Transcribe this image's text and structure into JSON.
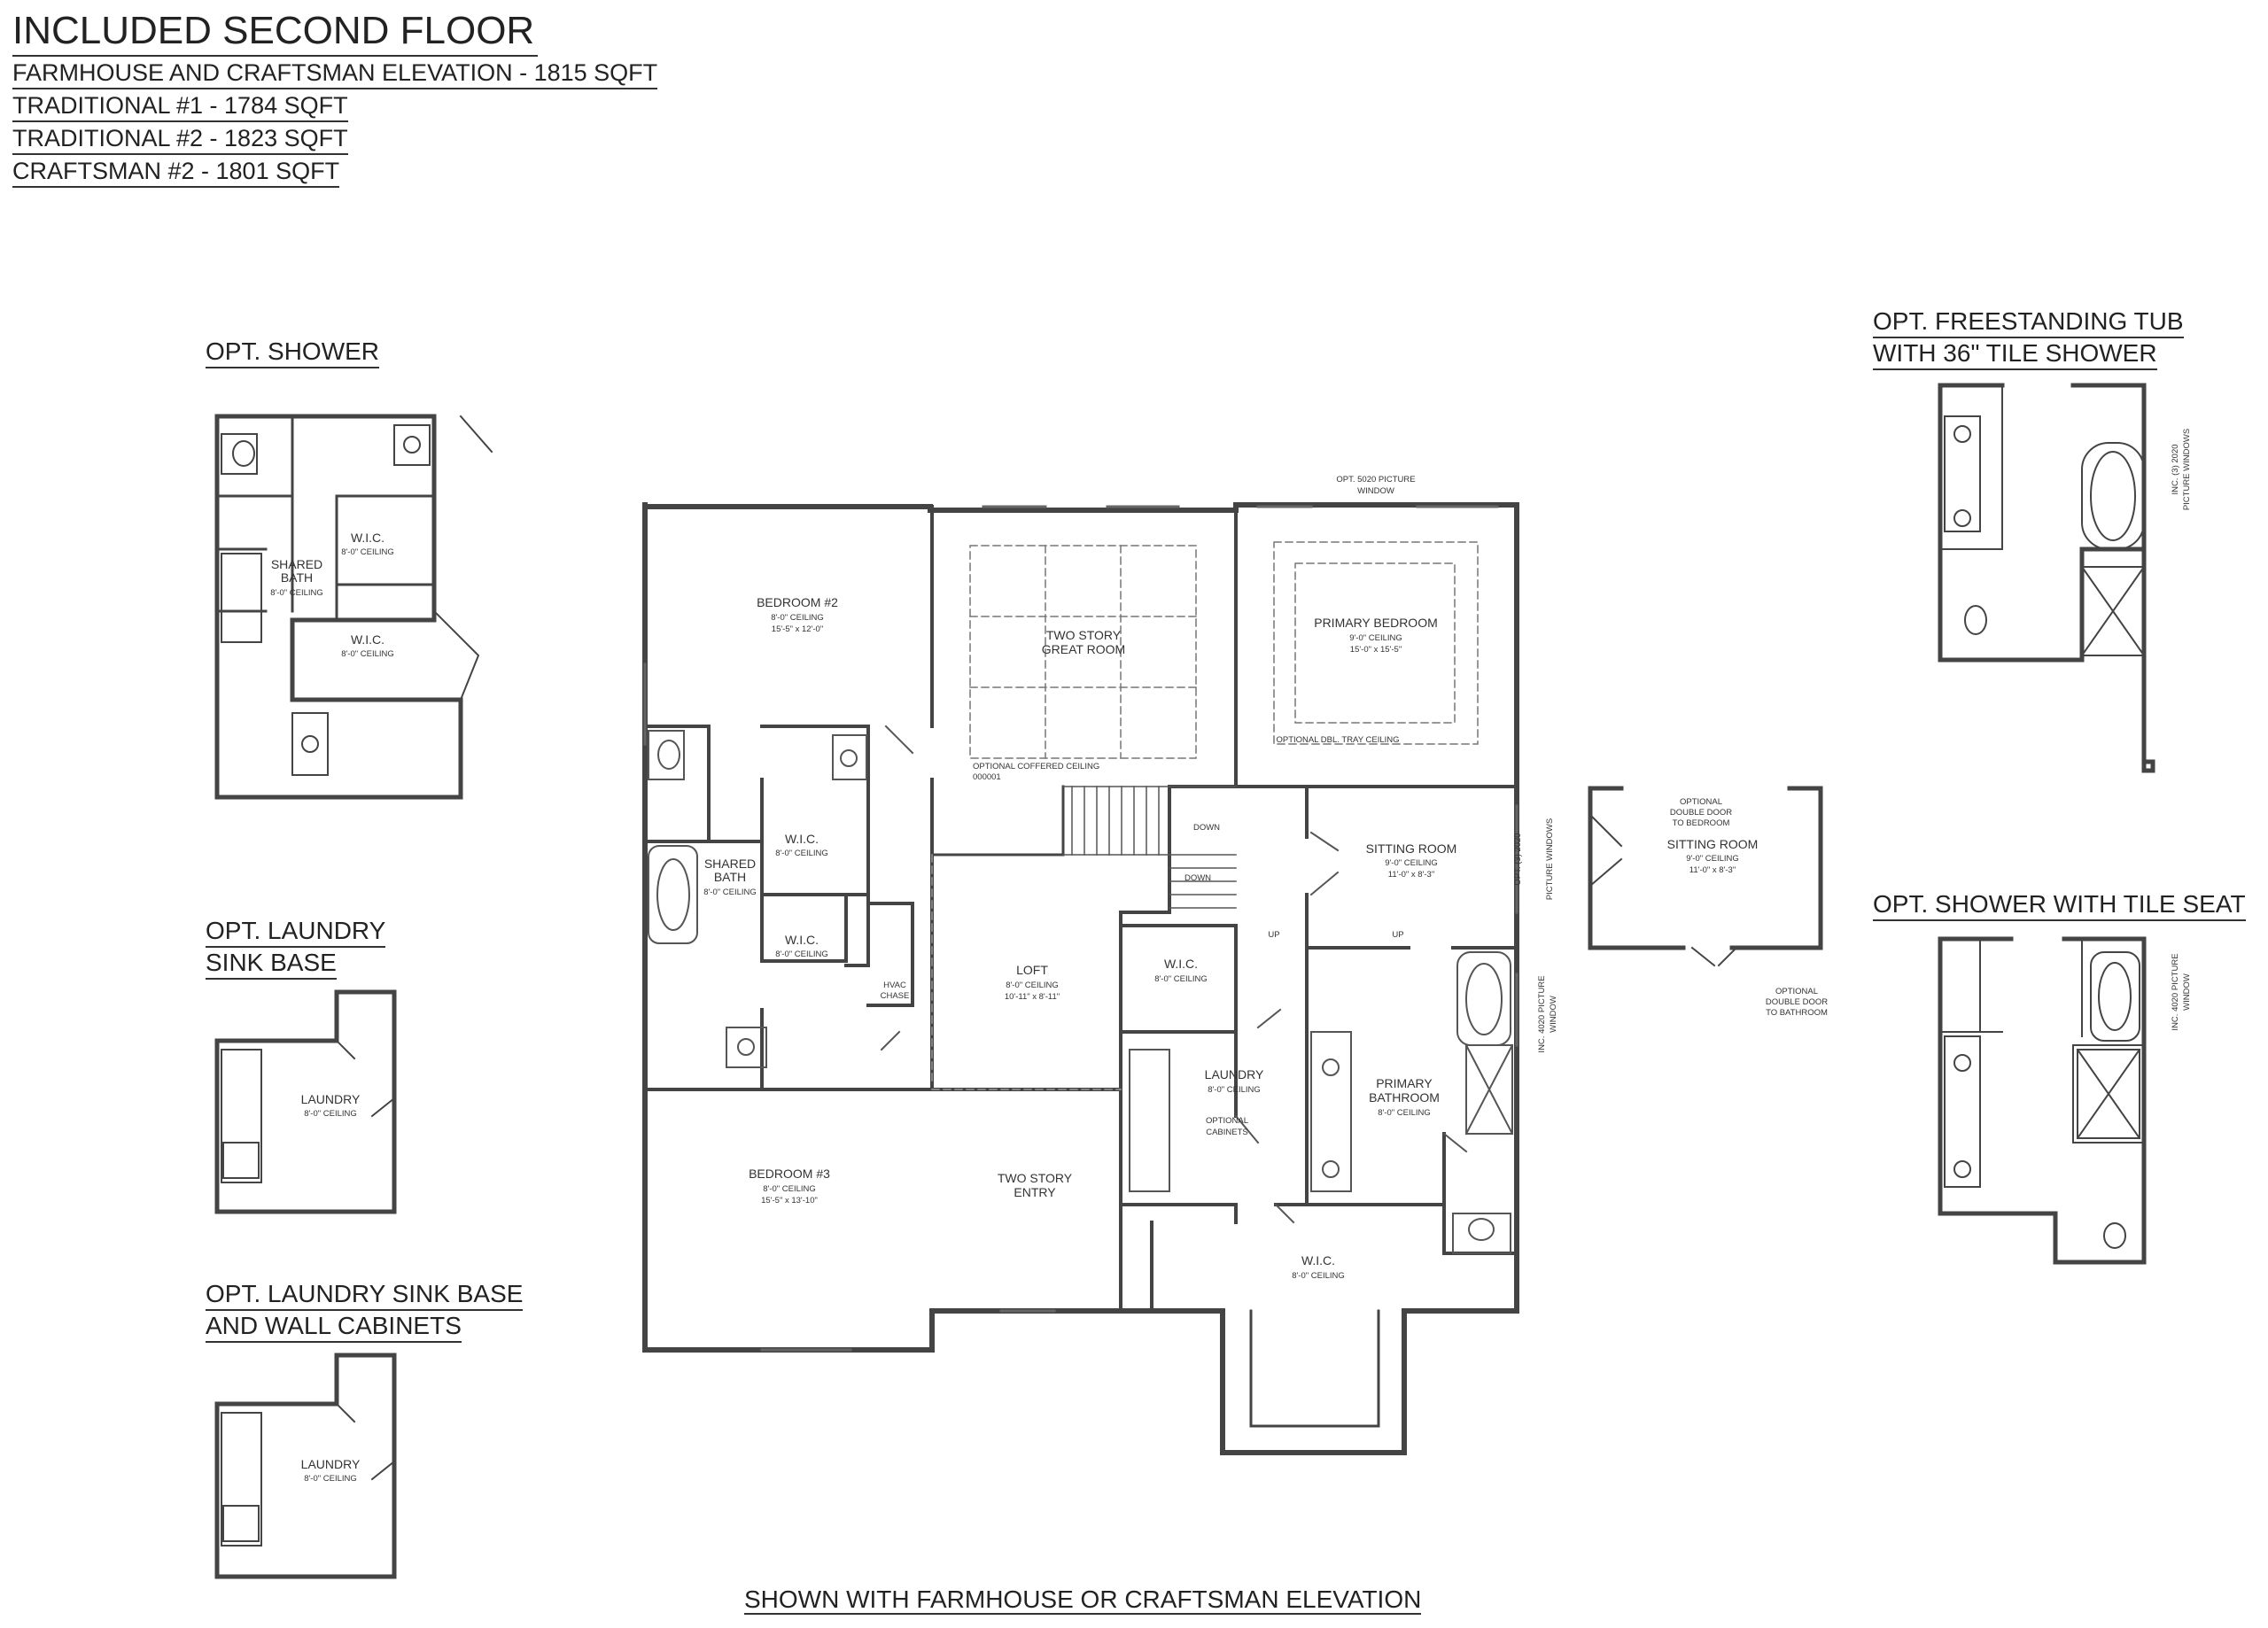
{
  "header": {
    "title": "INCLUDED SECOND FLOOR",
    "lines": [
      "FARMHOUSE AND CRAFTSMAN ELEVATION - 1815 SQFT",
      "TRADITIONAL #1 - 1784 SQFT",
      "TRADITIONAL #2 - 1823 SQFT",
      "CRAFTSMAN #2 - 1801 SQFT"
    ]
  },
  "options": {
    "opt_shower": "OPT. SHOWER",
    "opt_laundry_sink_1": "OPT. LAUNDRY",
    "opt_laundry_sink_2": "SINK BASE",
    "opt_laundry_wall_1": "OPT. LAUNDRY SINK BASE",
    "opt_laundry_wall_2": "AND WALL CABINETS",
    "opt_tub_1": "OPT. FREESTANDING TUB",
    "opt_tub_2": "WITH 36\" TILE SHOWER",
    "opt_tile_seat": "OPT. SHOWER WITH TILE SEAT"
  },
  "rooms": {
    "bedroom2": {
      "name": "BEDROOM #2",
      "ceiling": "8'-0\" CEILING",
      "size": "15'-5\" x 12'-0\""
    },
    "great_room": {
      "name1": "TWO STORY",
      "name2": "GREAT ROOM"
    },
    "primary_bedroom": {
      "name": "PRIMARY BEDROOM",
      "ceiling": "9'-0\" CEILING",
      "size": "15'-0\" x 15'-5\""
    },
    "shared_bath": {
      "name1": "SHARED",
      "name2": "BATH",
      "ceiling": "8'-0\" CEILING"
    },
    "wic": {
      "name": "W.I.C.",
      "ceiling": "8'-0\" CEILING"
    },
    "sitting_room": {
      "name": "SITTING ROOM",
      "ceiling": "9'-0\" CEILING",
      "size": "11'-0\" x 8'-3\""
    },
    "loft": {
      "name": "LOFT",
      "ceiling": "8'-0\" CEILING",
      "size": "10'-11\" x 8'-11\""
    },
    "hvac": {
      "name1": "HVAC",
      "name2": "CHASE"
    },
    "laundry": {
      "name": "LAUNDRY",
      "ceiling": "8'-0\" CEILING"
    },
    "optional_cabinets": {
      "l1": "OPTIONAL",
      "l2": "CABINETS"
    },
    "primary_bathroom": {
      "name1": "PRIMARY",
      "name2": "BATHROOM",
      "ceiling": "8'-0\" CEILING"
    },
    "bedroom3": {
      "name": "BEDROOM #3",
      "ceiling": "8'-0\" CEILING",
      "size": "15'-5\" x 13'-10\""
    },
    "entry": {
      "name1": "TWO STORY",
      "name2": "ENTRY"
    },
    "primary_wic": {
      "name": "W.I.C.",
      "ceiling": "8'-0\" CEILING"
    }
  },
  "notes": {
    "coffered": "OPTIONAL COFFERED CEILING",
    "coffered_code": "000001",
    "tray": "OPTIONAL DBL. TRAY CEILING",
    "pic5020_1": "OPT. 5020 PICTURE",
    "pic5020_2": "WINDOW",
    "down": "DOWN",
    "opt2020_1": "OPT. (3) 2020",
    "opt2020_2": "PICTURE WINDOWS",
    "inc4020_1": "INC. 4020 PICTURE",
    "inc4020_2": "WINDOW",
    "dbl_bed_1": "OPTIONAL",
    "dbl_bed_2": "DOUBLE DOOR",
    "dbl_bed_3": "TO BEDROOM",
    "dbl_bath_1": "OPTIONAL",
    "dbl_bath_2": "DOUBLE DOOR",
    "dbl_bath_3": "TO BATHROOM",
    "inc2020_1": "INC. (3) 2020",
    "inc2020_2": "PICTURE WINDOWS",
    "up": "UP"
  },
  "footer": "SHOWN WITH FARMHOUSE OR CRAFTSMAN ELEVATION"
}
